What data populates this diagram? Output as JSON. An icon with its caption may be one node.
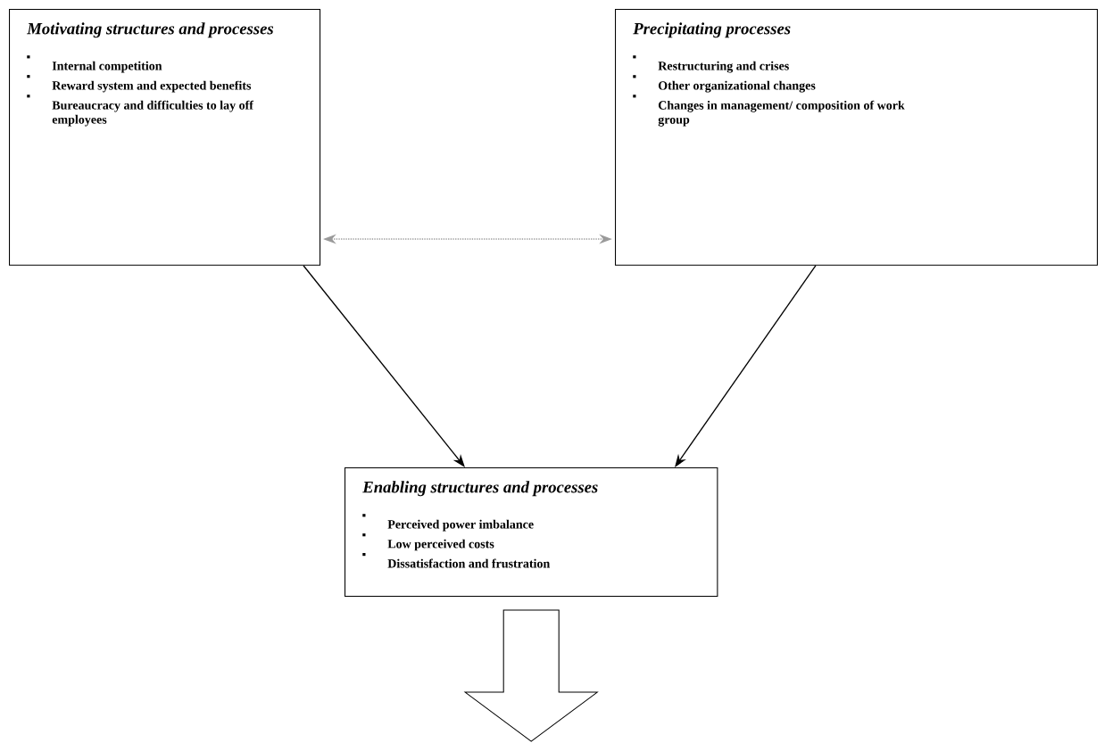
{
  "diagram": {
    "nodes": [
      {
        "text": [
          "Motivating structures and processes",
          "Internal competition",
          "Reward system and expected benefits",
          "Bureaucracy and difficulties to lay off employees"
        ]
      },
      {
        "text": [
          "Precipitating processes",
          "Restructuring and crises",
          "Other organizational changes",
          "Changes in management/ composition of work group"
        ]
      },
      {
        "text": [
          "Enabling structures and processes",
          "Perceived power imbalance",
          "Low perceived costs",
          "Dissatisfaction and frustration"
        ]
      }
    ],
    "edges": [
      {
        "from": 0,
        "to": 1,
        "arrow": "both",
        "style": "dashed",
        "color": "#9a9a9a"
      },
      {
        "from": 0,
        "to": 2,
        "arrow": "to"
      },
      {
        "from": 1,
        "to": 2,
        "arrow": "to"
      },
      {
        "from": 2,
        "to": null,
        "arrow": "to"
      }
    ]
  }
}
